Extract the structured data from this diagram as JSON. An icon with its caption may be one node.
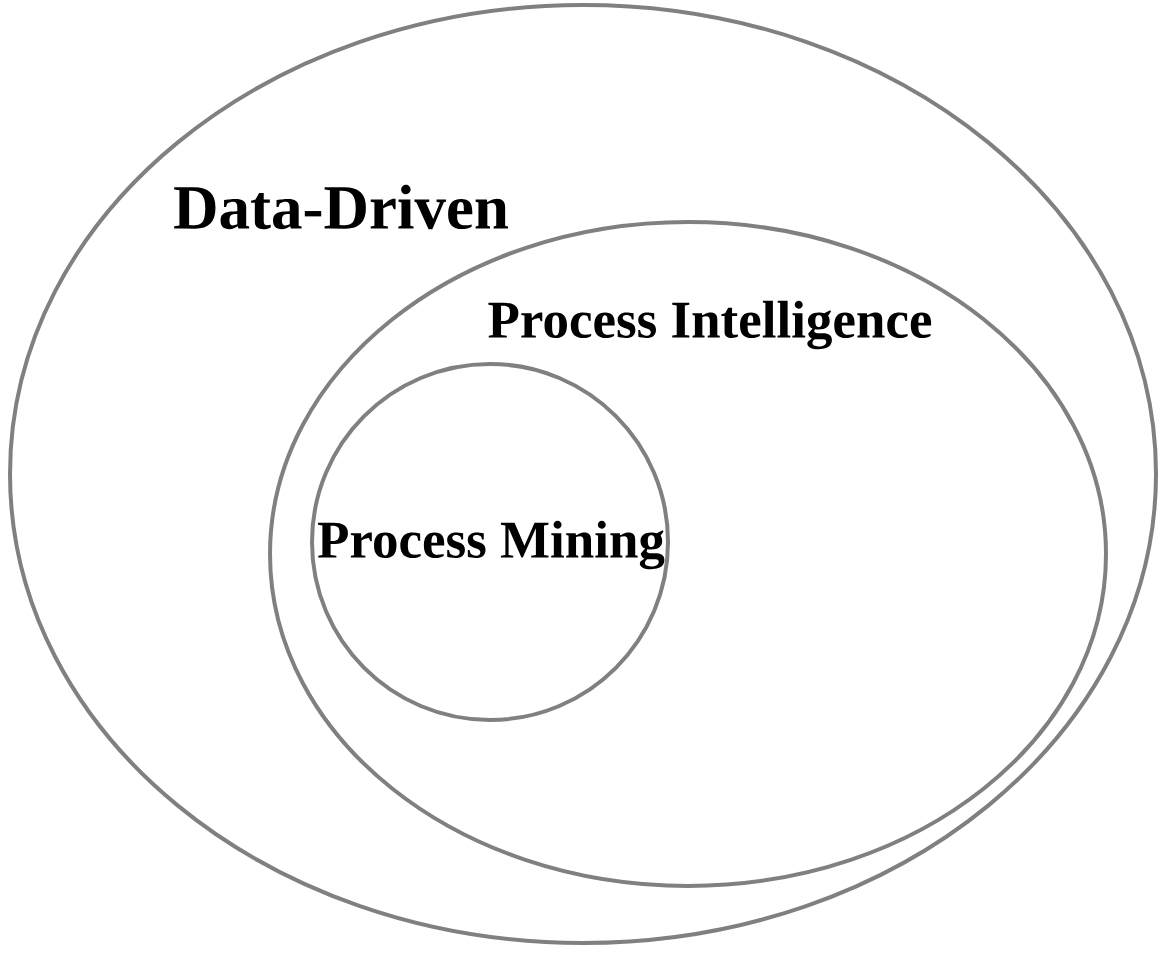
{
  "diagram": {
    "nodes": [
      {
        "text": [
          "Data-Driven"
        ]
      },
      {
        "text": [
          "Process Intelligence"
        ],
        "in": 0
      },
      {
        "text": [
          "Process Mining"
        ],
        "in": 1
      }
    ]
  }
}
